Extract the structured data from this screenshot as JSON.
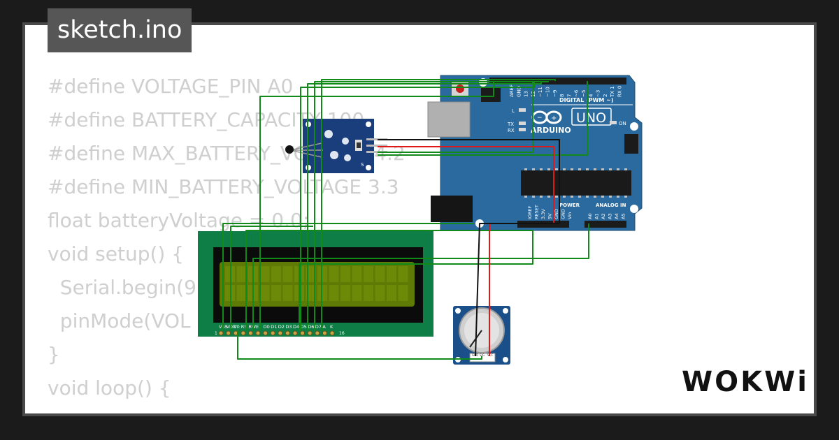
{
  "window": {
    "title": "sketch.ino"
  },
  "code_lines": [
    "#define VOLTAGE_PIN A0",
    "#define BATTERY_CAPACITY 100",
    "#define MAX_BATTERY_VOLTAGE 4.2",
    "#define MIN_BATTERY_VOLTAGE 3.3",
    "float batteryVoltage = 0.0;",
    "void setup() {",
    "  Serial.begin(9",
    "  pinMode(VOL",
    "}",
    "void loop() {"
  ],
  "arduino": {
    "brand": "ARDUINO",
    "model": "UNO",
    "digital_label": "DIGITAL (PWM ~)",
    "power_label": "POWER",
    "analog_label": "ANALOG IN",
    "on_label": "ON",
    "led_labels": [
      "L",
      "TX",
      "RX"
    ],
    "top_pins": [
      "AREF",
      "GND",
      "13",
      "12",
      "~11",
      "~10",
      "~9",
      "8",
      "7",
      "~6",
      "~5",
      "4",
      "~3",
      "2",
      "TX 1",
      "RX 0"
    ],
    "bottom_pins": [
      "IOREF",
      "RESET",
      "3.3V",
      "5V",
      "GND",
      "GND",
      "Vin",
      "A0",
      "A1",
      "A2",
      "A3",
      "A4",
      "A5"
    ]
  },
  "lcd": {
    "pin_labels": [
      "VSS",
      "VDD",
      "V0",
      "RS",
      "RW",
      "E",
      "D0",
      "D1",
      "D2",
      "D3",
      "D4",
      "D5",
      "D6",
      "D7",
      "A",
      "K"
    ],
    "pin_start": "1",
    "pin_end": "16"
  },
  "temp_sensor": {
    "label": "S"
  },
  "potentiometer": {
    "pin_labels": [
      "GND",
      "SIG",
      "VCC"
    ]
  },
  "brand": "WOKWi",
  "colors": {
    "arduino_board": "#2a6a9e",
    "lcd_board": "#0f7d46",
    "lcd_screen": "#5f7a05",
    "wire_green": "#118a1a",
    "wire_red": "#e01818",
    "wire_black": "#111111",
    "code_text": "#cfcfcf"
  }
}
